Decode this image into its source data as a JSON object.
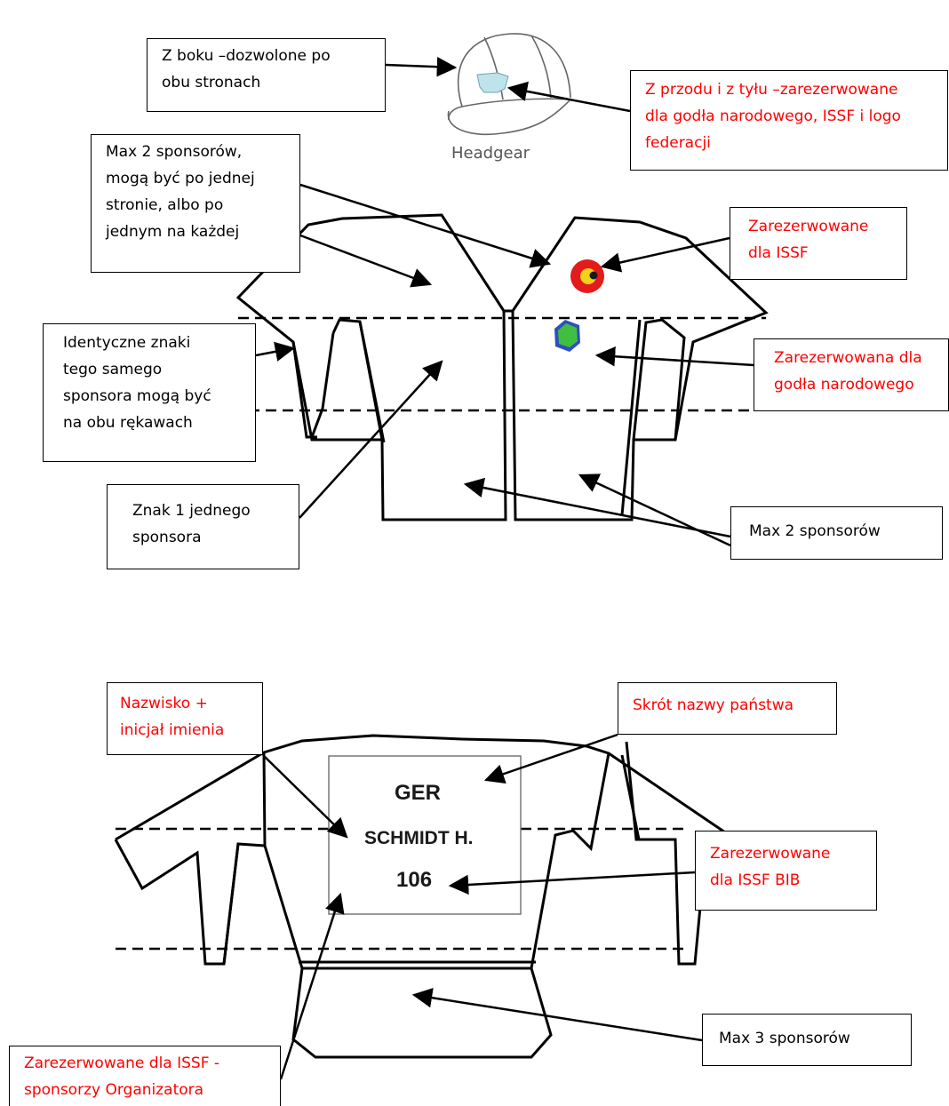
{
  "headgear": {
    "label": "Headgear"
  },
  "bib": {
    "country": "GER",
    "name": "SCHMIDT H.",
    "number": "106"
  },
  "annotations": {
    "side_headgear": "Z boku –dozwolone po\nobu stronach",
    "front_back_headgear": "Z przodu i z tyłu –zarezerwowane\ndla godła narodowego, ISSF i logo\nfederacji",
    "max2_collar": "Max 2 sponsorów,\nmogą być po jednej\nstronie, albo po\njednym na każdej",
    "issf_reserved": "Zarezerwowane\ndla ISSF",
    "sleeves": "Identyczne znaki\ntego samego\nsponsora mogą być\nna obu rękawach",
    "national_emblem": "Zarezerwowana dla\ngodła narodowego",
    "one_sponsor": "Znak 1 jednego\nsponsora",
    "max2_bottom": "Max 2 sponsorów",
    "surname": "Nazwisko +\ninicjał imienia",
    "country_abbr": "Skrót nazwy państwa",
    "issf_bib": "Zarezerwowane\ndla ISSF     BIB",
    "max3": "Max 3 sponsorów",
    "organizer": "Zarezerwowane dla ISSF    -\nsponsorzy Organizatora"
  },
  "colors": {
    "annotation_red": "#ff0000",
    "issf_mark_red": "#e31b1b",
    "issf_mark_yellow": "#f2d21b",
    "emblem_green": "#3fbf3f",
    "emblem_blue": "#2e4fbf"
  }
}
